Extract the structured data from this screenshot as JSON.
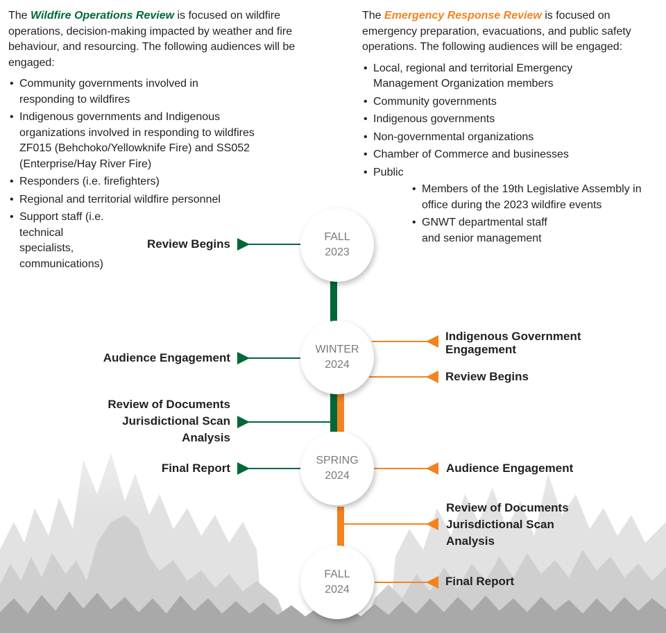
{
  "colors": {
    "wildfire_green": "#006838",
    "emergency_orange": "#f58220",
    "text": "#231f20",
    "circle_text": "#7a7a7a"
  },
  "wildfire_review": {
    "intro_prefix": "The ",
    "title": "Wildfire Operations Review",
    "intro_suffix": " is focused on wildfire operations, decision-making impacted by weather and fire behaviour, and resourcing. The following audiences will be engaged:",
    "audiences": [
      "Community governments involved in responding to wildfires",
      "Indigenous governments and Indigenous organizations involved in responding to wildfires ZF015 (Behchoko/Yellowknife Fire) and SS052 (Enterprise/Hay River Fire)",
      "Responders (i.e. firefighters)",
      "Regional and territorial wildfire personnel",
      "Support staff (i.e. technical specialists, communications)"
    ]
  },
  "emergency_review": {
    "intro_prefix": "The ",
    "title": "Emergency Response Review",
    "intro_suffix": " is focused on emergency preparation, evacuations, and public safety operations. The following audiences will be engaged:",
    "audiences": [
      "Local, regional and territorial Emergency Management Organization members",
      "Community governments",
      "Indigenous governments",
      "Non-governmental organizations",
      "Chamber of Commerce and businesses",
      "Public"
    ],
    "public_sub": [
      "Members of the 19th Legislative Assembly in office during the 2023 wildfire events",
      "GNWT departmental staff and senior management"
    ]
  },
  "timeline": {
    "milestones": [
      {
        "season": "FALL",
        "year": "2023"
      },
      {
        "season": "WINTER",
        "year": "2024"
      },
      {
        "season": "SPRING",
        "year": "2024"
      },
      {
        "season": "FALL",
        "year": "2024"
      }
    ],
    "wildfire_events": [
      "Review Begins",
      "Audience Engagement",
      "Review of Documents\nJurisdictional Scan\nAnalysis",
      "Final Report"
    ],
    "emergency_events": [
      "Indigenous Government\nEngagement",
      "Review Begins",
      "Audience Engagement",
      "Review of Documents\nJurisdictional Scan\nAnalysis",
      "Final Report"
    ]
  }
}
